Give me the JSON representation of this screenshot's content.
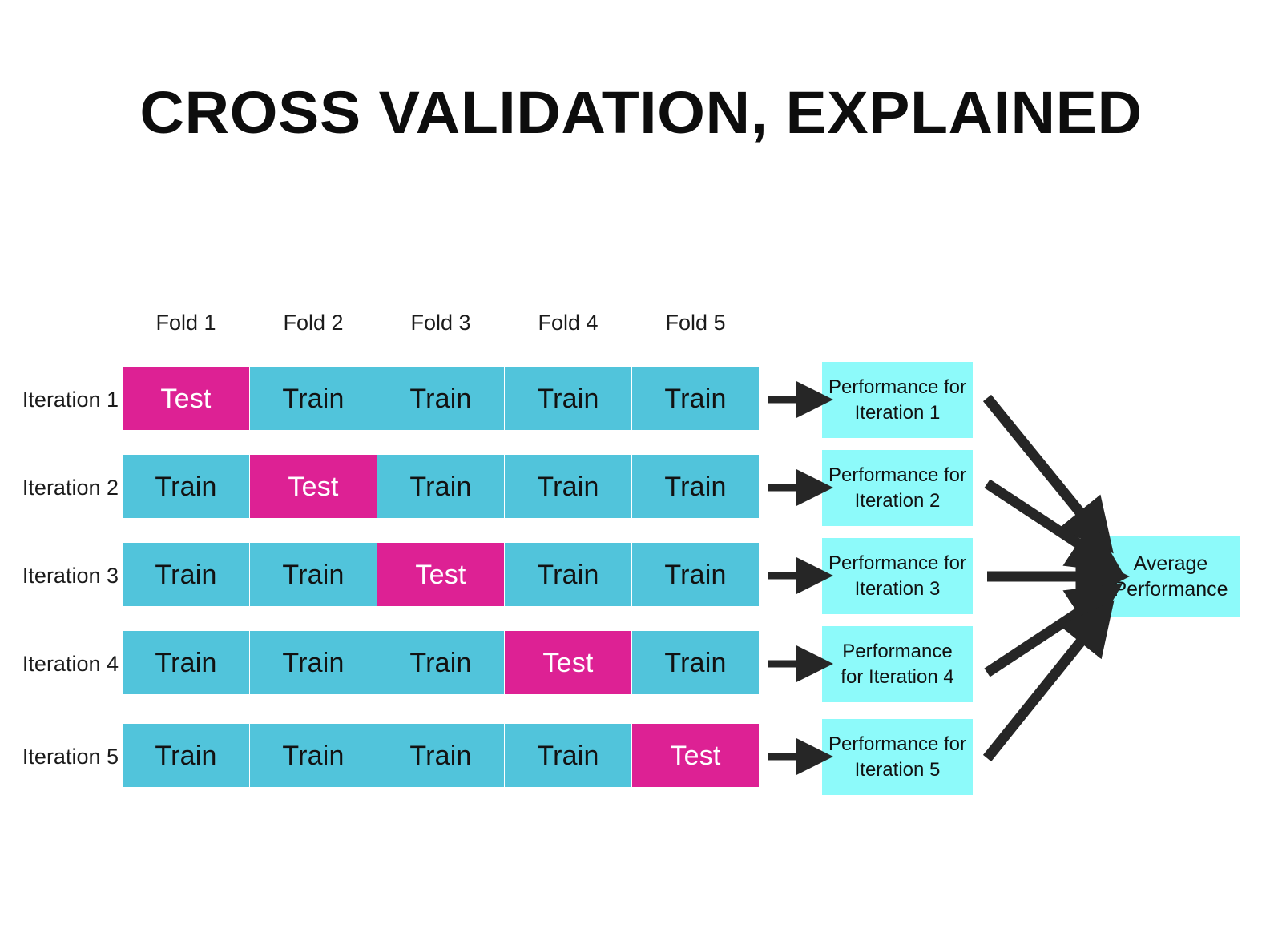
{
  "title": "CROSS VALIDATION, EXPLAINED",
  "colors": {
    "background": "#ffffff",
    "train": "#51c4db",
    "test": "#dd2194",
    "performance_box": "#8dfafa",
    "arrow": "#262626",
    "text_dark": "#111111",
    "text_on_test": "#ffffff"
  },
  "chart_data": {
    "type": "table",
    "title": "CROSS VALIDATION, EXPLAINED",
    "columns": [
      "Fold 1",
      "Fold 2",
      "Fold 3",
      "Fold 4",
      "Fold 5"
    ],
    "rows": [
      "Iteration 1",
      "Iteration 2",
      "Iteration 3",
      "Iteration 4",
      "Iteration 5"
    ],
    "values": [
      [
        "Test",
        "Train",
        "Train",
        "Train",
        "Train"
      ],
      [
        "Train",
        "Test",
        "Train",
        "Train",
        "Train"
      ],
      [
        "Train",
        "Train",
        "Test",
        "Train",
        "Train"
      ],
      [
        "Train",
        "Train",
        "Train",
        "Test",
        "Train"
      ],
      [
        "Train",
        "Train",
        "Train",
        "Train",
        "Test"
      ]
    ],
    "outputs": [
      "Performance for Iteration 1",
      "Performance for Iteration 2",
      "Performance for Iteration 3",
      "Performance for Iteration 4",
      "Performance for Iteration 5"
    ],
    "aggregate": "Average Performance",
    "legend": [
      "Test",
      "Train"
    ],
    "grid": false
  },
  "folds": [
    {
      "label": "Fold 1"
    },
    {
      "label": "Fold 2"
    },
    {
      "label": "Fold 3"
    },
    {
      "label": "Fold 4"
    },
    {
      "label": "Fold 5"
    }
  ],
  "iterations": [
    {
      "label": "Iteration 1",
      "cells": [
        "Test",
        "Train",
        "Train",
        "Train",
        "Train"
      ],
      "performance": "Performance for Iteration 1"
    },
    {
      "label": "Iteration 2",
      "cells": [
        "Train",
        "Test",
        "Train",
        "Train",
        "Train"
      ],
      "performance": "Performance for Iteration 2"
    },
    {
      "label": "Iteration 3",
      "cells": [
        "Train",
        "Train",
        "Test",
        "Train",
        "Train"
      ],
      "performance": "Performance for Iteration 3"
    },
    {
      "label": "Iteration 4",
      "cells": [
        "Train",
        "Train",
        "Train",
        "Test",
        "Train"
      ],
      "performance": "Performance for Iteration 4"
    },
    {
      "label": "Iteration 5",
      "cells": [
        "Train",
        "Train",
        "Train",
        "Train",
        "Test"
      ],
      "performance": "Performance for Iteration 5"
    }
  ],
  "average": {
    "label": "Average Performance"
  },
  "icons": {
    "row_arrow": "arrow-right-icon",
    "converge_arrow": "arrow-converge-icon"
  }
}
